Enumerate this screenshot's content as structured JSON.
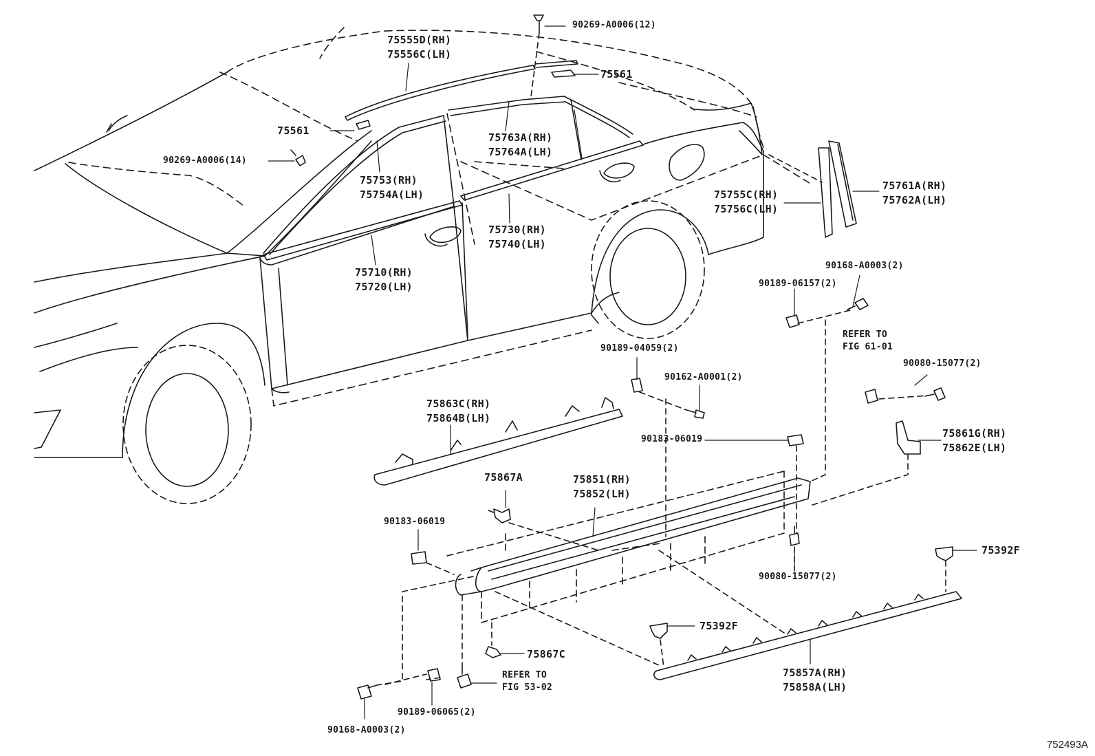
{
  "figure_id": "752493A",
  "labels": {
    "clip_90269_12": [
      "90269-A0006(12)"
    ],
    "moulding_75555": [
      "75555D(RH)",
      "75556C(LH)"
    ],
    "clip_75561_top": [
      "75561"
    ],
    "clip_75561_left": [
      "75561"
    ],
    "clip_90269_14": [
      "90269-A0006(14)"
    ],
    "frame_75763": [
      "75763A(RH)",
      "75764A(LH)"
    ],
    "frame_75753": [
      "75753(RH)",
      "75754A(LH)"
    ],
    "garnish_75755": [
      "75755C(RH)",
      "75756C(LH)"
    ],
    "garnish_75761": [
      "75761A(RH)",
      "75762A(LH)"
    ],
    "belt_75730": [
      "75730(RH)",
      "75740(LH)"
    ],
    "belt_75710": [
      "75710(RH)",
      "75720(LH)"
    ],
    "screw_90168_a": [
      "90168-A0003(2)"
    ],
    "nut_90189_06157": [
      "90189-06157(2)"
    ],
    "refer_61": [
      "REFER TO",
      "FIG 61-01"
    ],
    "bolt_90080_a": [
      "90080-15077(2)"
    ],
    "nut_90189_04059": [
      "90189-04059(2)"
    ],
    "screw_90162": [
      "90162-A0001(2)"
    ],
    "trim_75863": [
      "75863C(RH)",
      "75864B(LH)"
    ],
    "nut_90183_a": [
      "90183-06019"
    ],
    "bracket_75861": [
      "75861G(RH)",
      "75862E(LH)"
    ],
    "clip_75867A": [
      "75867A"
    ],
    "sill_75851": [
      "75851(RH)",
      "75852(LH)"
    ],
    "nut_90183_b": [
      "90183-06019"
    ],
    "clip_75392F_a": [
      "75392F"
    ],
    "bolt_90080_b": [
      "90080-15077(2)"
    ],
    "clip_75392F_b": [
      "75392F"
    ],
    "clip_75867C": [
      "75867C"
    ],
    "refer_53": [
      "REFER TO",
      "FIG 53-02"
    ],
    "moulding_75857": [
      "75857A(RH)",
      "75858A(LH)"
    ],
    "nut_90189_06065": [
      "90189-06065(2)"
    ],
    "screw_90168_b": [
      "90168-A0003(2)"
    ]
  }
}
